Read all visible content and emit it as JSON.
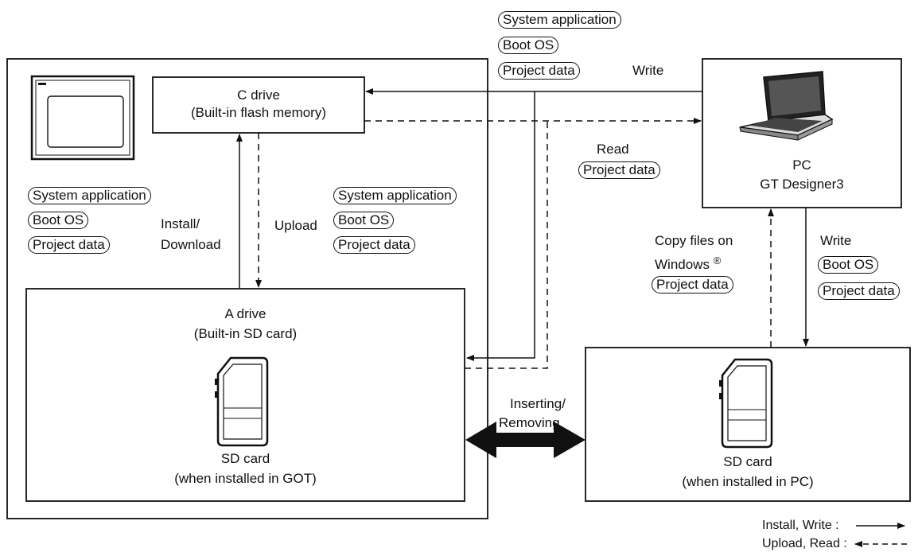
{
  "got_box": {
    "c_drive_line1": "C drive",
    "c_drive_line2": "(Built-in flash memory)",
    "a_drive_line1": "A drive",
    "a_drive_line2": "(Built-in SD card)",
    "sd_card_line1": "SD card",
    "sd_card_line2": "(when installed in GOT)",
    "install_line1": "Install/",
    "install_line2": "Download",
    "upload": "Upload",
    "left_labels": [
      "System application",
      "Boot OS",
      "Project data"
    ],
    "mid_labels": [
      "System application",
      "Boot OS",
      "Project data"
    ]
  },
  "top_labels": [
    "System application",
    "Boot OS",
    "Project data"
  ],
  "write_top": "Write",
  "read": "Read",
  "read_label": "Project data",
  "pc_box": {
    "line1": "PC",
    "line2": "GT Designer3"
  },
  "copy_files": {
    "line1": "Copy files on",
    "line2": "Windows",
    "registered_symbol": "®",
    "label": "Project data"
  },
  "write_right": "Write",
  "right_labels": [
    "Boot OS",
    "Project data"
  ],
  "inserting_line1": "Inserting/",
  "inserting_line2": "Removing",
  "pc_sd_box": {
    "line1": "SD card",
    "line2": "(when installed in PC)"
  },
  "legend": {
    "install_write": "Install, Write  :",
    "upload_read": "Upload, Read :"
  }
}
